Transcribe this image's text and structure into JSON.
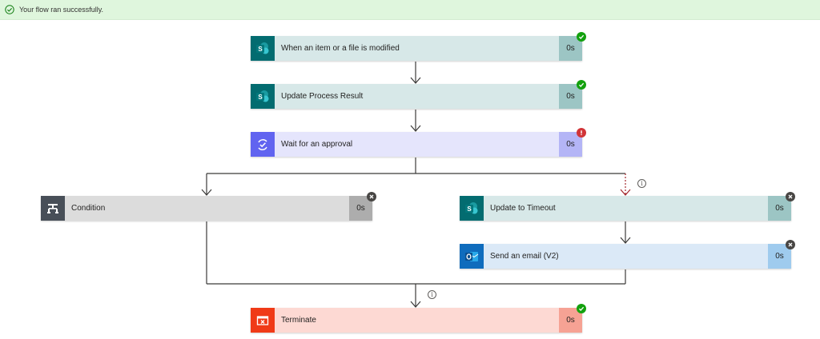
{
  "banner": {
    "text": "Your flow ran successfully.",
    "icon": "check-circle-icon"
  },
  "steps": [
    {
      "id": "trigger",
      "title": "When an item or a file is modified",
      "duration": "0s",
      "status": "success",
      "icon": "sharepoint-icon"
    },
    {
      "id": "update-process",
      "title": "Update Process Result",
      "duration": "0s",
      "status": "success",
      "icon": "sharepoint-icon"
    },
    {
      "id": "approval",
      "title": "Wait for an approval",
      "duration": "0s",
      "status": "failed",
      "icon": "approval-icon"
    },
    {
      "id": "condition",
      "title": "Condition",
      "duration": "0s",
      "status": "skipped",
      "icon": "condition-icon"
    },
    {
      "id": "update-timeout",
      "title": "Update to Timeout",
      "duration": "0s",
      "status": "skipped",
      "icon": "sharepoint-icon"
    },
    {
      "id": "send-email",
      "title": "Send an email (V2)",
      "duration": "0s",
      "status": "skipped",
      "icon": "outlook-icon"
    },
    {
      "id": "terminate",
      "title": "Terminate",
      "duration": "0s",
      "status": "success",
      "icon": "terminate-icon"
    }
  ],
  "info_marker": "i",
  "colors": {
    "success": "#13a10e",
    "failed": "#d13438",
    "skipped": "#484644",
    "sharepoint": "#036c70",
    "approval": "#6164f0",
    "condition": "#484f58",
    "outlook": "#0f6cbd",
    "terminate": "#f03a17"
  }
}
